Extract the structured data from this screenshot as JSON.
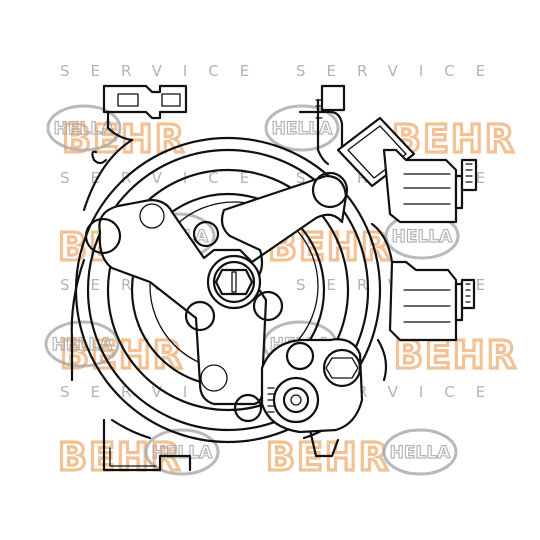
{
  "watermark": {
    "service_text": "SERVICE SERVICE",
    "behr_text": "BEHR",
    "hella_text": "HELLA",
    "behr_color": "#f0b27a",
    "hella_color": "#a8a8a8"
  },
  "drawing": {
    "subject": "ac-compressor-front-view",
    "line_color": "#111111"
  }
}
